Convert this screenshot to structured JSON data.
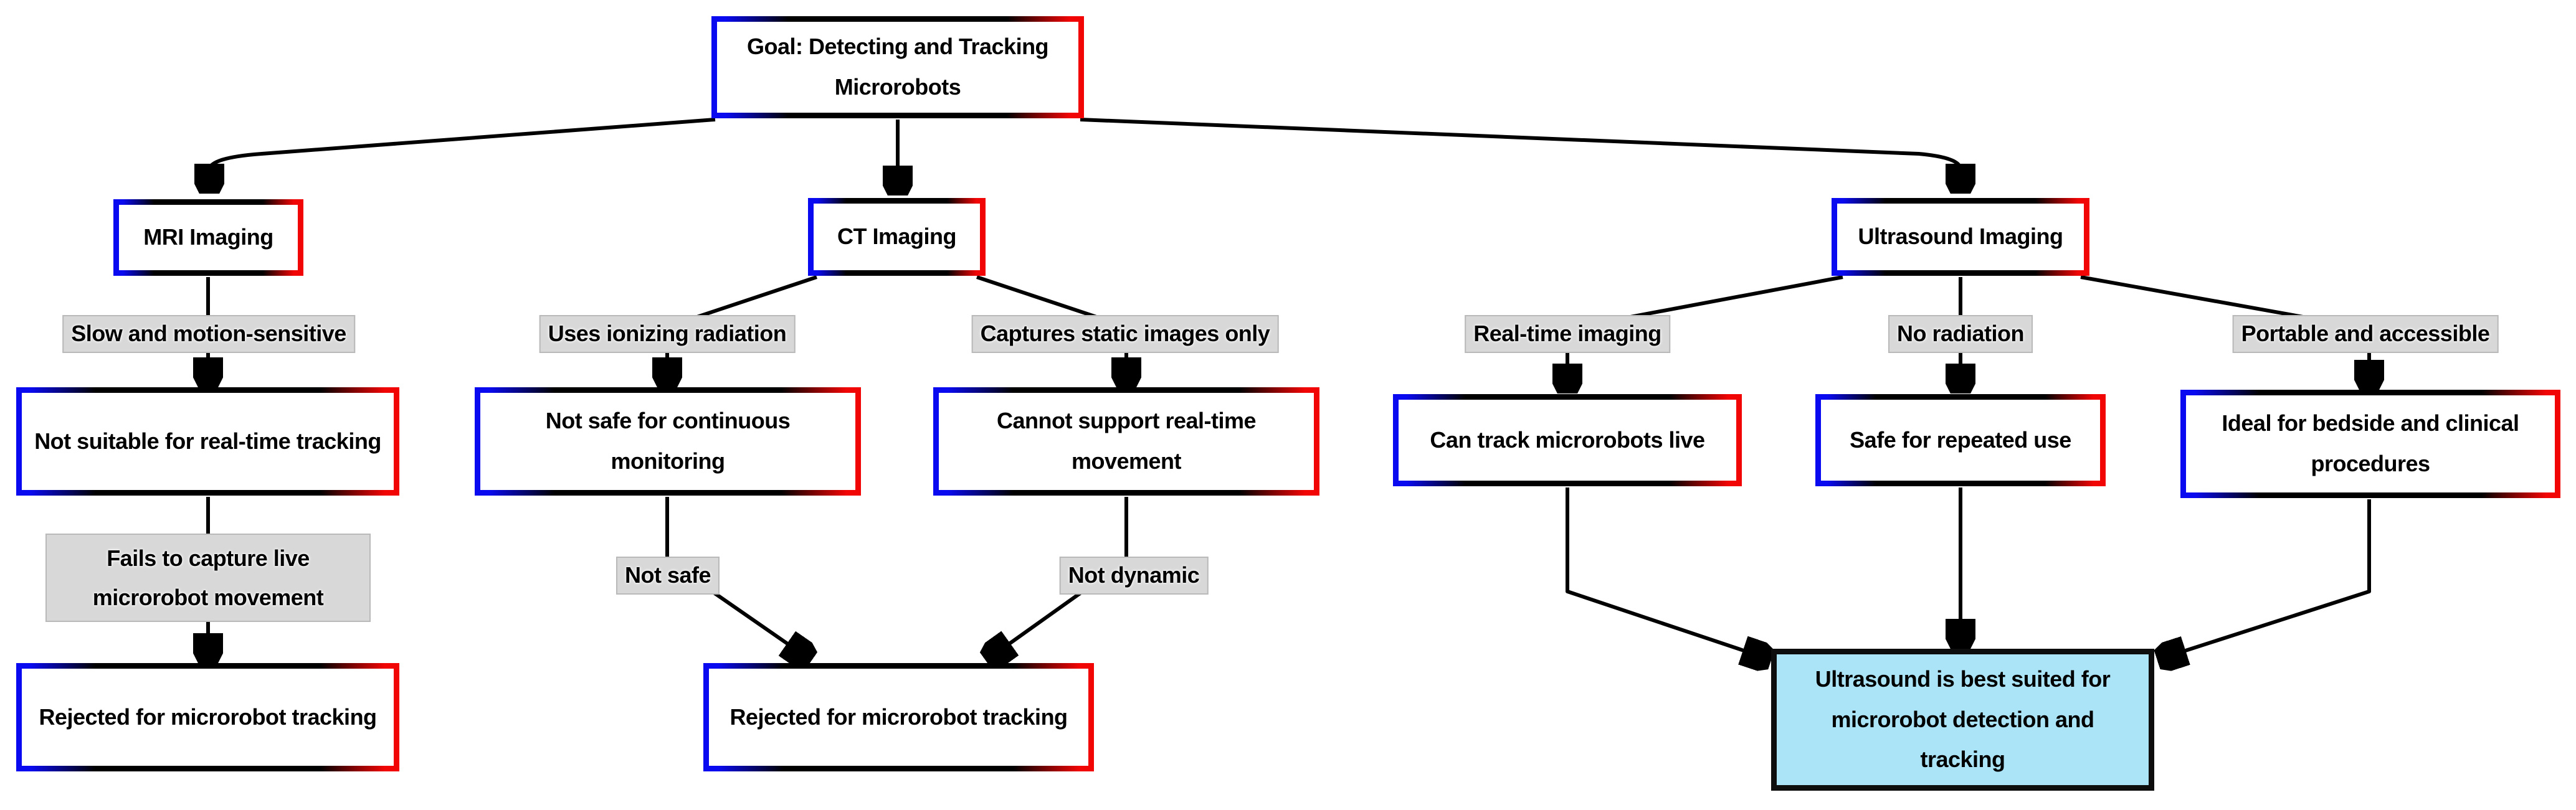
{
  "colors": {
    "background": "#ffffff",
    "node_border_blue": "#0a0af0",
    "node_border_red": "#f20505",
    "node_border_black": "#000000",
    "node_fill": "#ffffff",
    "edge_label_fill": "#d8d8d8",
    "final_node_fill": "#abe4f6",
    "final_node_border": "#0d0d0d",
    "arrow": "#000000",
    "text": "#000000"
  },
  "nodes": {
    "goal": {
      "label": "Goal: Detecting and Tracking Microrobots"
    },
    "mri": {
      "label": "MRI Imaging"
    },
    "ct": {
      "label": "CT Imaging"
    },
    "ultrasound": {
      "label": "Ultrasound Imaging"
    },
    "mri_finding": {
      "label": "Not suitable for real-time tracking"
    },
    "ct_finding_radiation": {
      "label": "Not safe for continuous monitoring"
    },
    "ct_finding_static": {
      "label": "Cannot support real-time movement"
    },
    "us_finding_live": {
      "label": "Can track microrobots live"
    },
    "us_finding_safe": {
      "label": "Safe for repeated use"
    },
    "us_finding_portable": {
      "label": "Ideal for bedside and clinical procedures"
    },
    "mri_rejected": {
      "label": "Rejected for microrobot tracking"
    },
    "ct_rejected": {
      "label": "Rejected for microrobot tracking"
    },
    "us_best": {
      "label": "Ultrasound is best suited for microrobot detection and tracking"
    }
  },
  "edge_labels": {
    "mri_reason": "Slow and motion-sensitive",
    "mri_reject_reason": "Fails to capture live microrobot movement",
    "ct_reason_radiation": "Uses ionizing radiation",
    "ct_reason_static": "Captures static images only",
    "ct_not_safe": "Not safe",
    "ct_not_dynamic": "Not dynamic",
    "us_reason_realtime": "Real-time imaging",
    "us_reason_noradiation": "No radiation",
    "us_reason_portable": "Portable and accessible"
  }
}
